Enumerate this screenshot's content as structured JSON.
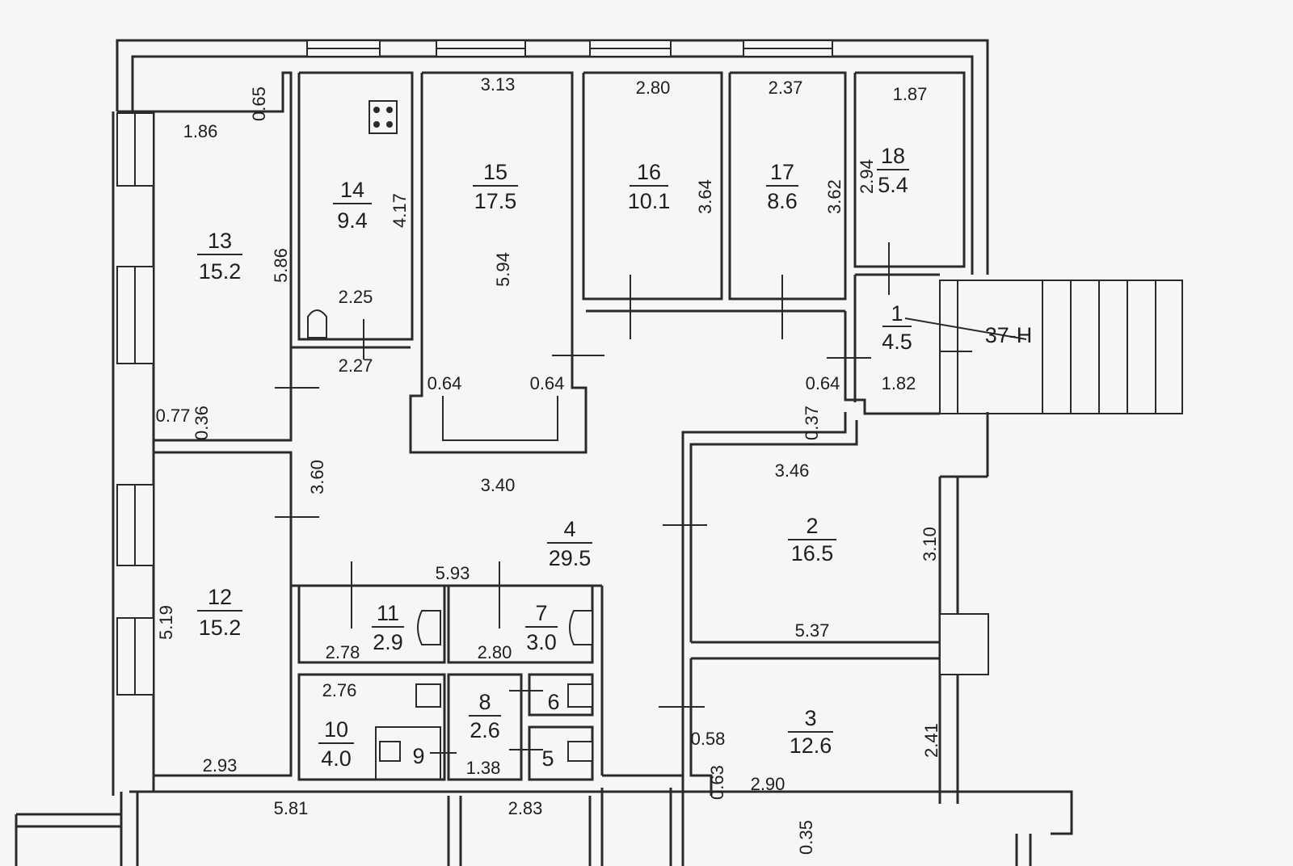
{
  "rooms": [
    {
      "id": "r1",
      "num": "1",
      "area": "4.5"
    },
    {
      "id": "r2",
      "num": "2",
      "area": "16.5"
    },
    {
      "id": "r3",
      "num": "3",
      "area": "12.6"
    },
    {
      "id": "r4",
      "num": "4",
      "area": "29.5"
    },
    {
      "id": "r5",
      "num": "5",
      "area": ""
    },
    {
      "id": "r6",
      "num": "6",
      "area": ""
    },
    {
      "id": "r7",
      "num": "7",
      "area": "3.0"
    },
    {
      "id": "r8",
      "num": "8",
      "area": "2.6"
    },
    {
      "id": "r9",
      "num": "9",
      "area": ""
    },
    {
      "id": "r10",
      "num": "10",
      "area": "4.0"
    },
    {
      "id": "r11",
      "num": "11",
      "area": "2.9"
    },
    {
      "id": "r12",
      "num": "12",
      "area": "15.2"
    },
    {
      "id": "r13",
      "num": "13",
      "area": "15.2"
    },
    {
      "id": "r14",
      "num": "14",
      "area": "9.4"
    },
    {
      "id": "r15",
      "num": "15",
      "area": "17.5"
    },
    {
      "id": "r16",
      "num": "16",
      "area": "10.1"
    },
    {
      "id": "r17",
      "num": "17",
      "area": "8.6"
    },
    {
      "id": "r18",
      "num": "18",
      "area": "5.4"
    }
  ],
  "dims": {
    "d065": "0.65",
    "d186": "1.86",
    "d313": "3.13",
    "d280a": "2.80",
    "d237": "2.37",
    "d187": "1.87",
    "d586": "5.86",
    "d417": "4.17",
    "d594": "5.94",
    "d364": "3.64",
    "d362": "3.62",
    "d294": "2.94",
    "d225": "2.25",
    "d227": "2.27",
    "d064a": "0.64",
    "d064b": "0.64",
    "d064c": "0.64",
    "d182": "1.82",
    "d077": "0.77",
    "d036": "0.36",
    "d037": "0.37",
    "d360": "3.60",
    "d340": "3.40",
    "d346": "3.46",
    "d310": "3.10",
    "d593": "5.93",
    "d519": "5.19",
    "d278": "2.78",
    "d280b": "2.80",
    "d537": "5.37",
    "d276": "2.76",
    "d138": "1.38",
    "d241": "2.41",
    "d058": "0.58",
    "d063": "0.63",
    "d290": "2.90",
    "d293": "2.93",
    "d581": "5.81",
    "d283": "2.83",
    "d035": "0.35"
  },
  "stair_label": "37-H"
}
